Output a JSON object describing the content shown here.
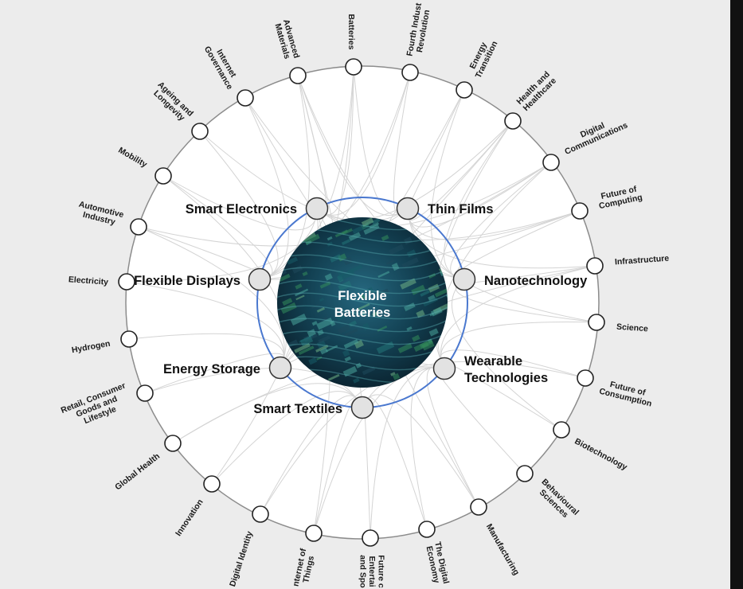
{
  "center": {
    "title_line1": "Flexible",
    "title_line2": "Batteries"
  },
  "inner_nodes": [
    {
      "id": "smart-electronics",
      "label_lines": [
        "Smart Electronics"
      ]
    },
    {
      "id": "thin-films",
      "label_lines": [
        "Thin Films"
      ]
    },
    {
      "id": "nanotechnology",
      "label_lines": [
        "Nanotechnology"
      ]
    },
    {
      "id": "wearable-technologies",
      "label_lines": [
        "Wearable",
        "Technologies"
      ]
    },
    {
      "id": "smart-textiles",
      "label_lines": [
        "Smart Textiles"
      ]
    },
    {
      "id": "energy-storage",
      "label_lines": [
        "Energy Storage"
      ]
    },
    {
      "id": "flexible-displays",
      "label_lines": [
        "Flexible Displays"
      ]
    }
  ],
  "outer_nodes": [
    {
      "id": "batteries",
      "label_lines": [
        "Batteries"
      ]
    },
    {
      "id": "fourth-industrial-revolution",
      "label_lines": [
        "Fourth Indust",
        "Revolution"
      ]
    },
    {
      "id": "energy-transition",
      "label_lines": [
        "Energy",
        "Transition"
      ]
    },
    {
      "id": "health-and-healthcare",
      "label_lines": [
        "Health and",
        "Healthcare"
      ]
    },
    {
      "id": "digital-communications",
      "label_lines": [
        "Digital",
        "Communications"
      ]
    },
    {
      "id": "future-of-computing",
      "label_lines": [
        "Future of",
        "Computing"
      ]
    },
    {
      "id": "infrastructure",
      "label_lines": [
        "Infrastructure"
      ]
    },
    {
      "id": "science",
      "label_lines": [
        "Science"
      ]
    },
    {
      "id": "future-of-consumption",
      "label_lines": [
        "Future of",
        "Consumption"
      ]
    },
    {
      "id": "biotechnology",
      "label_lines": [
        "Biotechnology"
      ]
    },
    {
      "id": "behavioural-sciences",
      "label_lines": [
        "Behavioural",
        "Sciences"
      ]
    },
    {
      "id": "manufacturing",
      "label_lines": [
        "Manufacturing"
      ]
    },
    {
      "id": "the-digital-economy",
      "label_lines": [
        "The Digital",
        "Economy"
      ]
    },
    {
      "id": "future-of-entertainment",
      "label_lines": [
        "Future c",
        "Entertai",
        "and Spo"
      ]
    },
    {
      "id": "internet-of-things",
      "label_lines": [
        "nternet of",
        "Things"
      ]
    },
    {
      "id": "digital-identity",
      "label_lines": [
        "Digital Identity"
      ]
    },
    {
      "id": "innovation",
      "label_lines": [
        "Innovation"
      ]
    },
    {
      "id": "global-health",
      "label_lines": [
        "Global Health"
      ]
    },
    {
      "id": "retail-consumer-goods-lifestyle",
      "label_lines": [
        "Retail, Consumer",
        "Goods and",
        "Lifestyle"
      ]
    },
    {
      "id": "hydrogen",
      "label_lines": [
        "Hydrogen"
      ]
    },
    {
      "id": "electricity",
      "label_lines": [
        "Electricity"
      ]
    },
    {
      "id": "automotive-industry",
      "label_lines": [
        "Automotive",
        "Industry"
      ]
    },
    {
      "id": "mobility",
      "label_lines": [
        "Mobility"
      ]
    },
    {
      "id": "ageing-and-longevity",
      "label_lines": [
        "Ageing and",
        "Longevity"
      ]
    },
    {
      "id": "internet-governance",
      "label_lines": [
        "Internet",
        "Governance"
      ]
    },
    {
      "id": "advanced-materials",
      "label_lines": [
        "Advanced",
        "Materials"
      ]
    }
  ],
  "colors": {
    "background": "#ececec",
    "canvas": "#ffffff",
    "inner_ring": "#4a78cf",
    "outer_ring": "#8c8c8c",
    "node_fill_outer": "#ffffff",
    "node_fill_inner": "#e2e2e2",
    "link": "#d4d4d4"
  }
}
